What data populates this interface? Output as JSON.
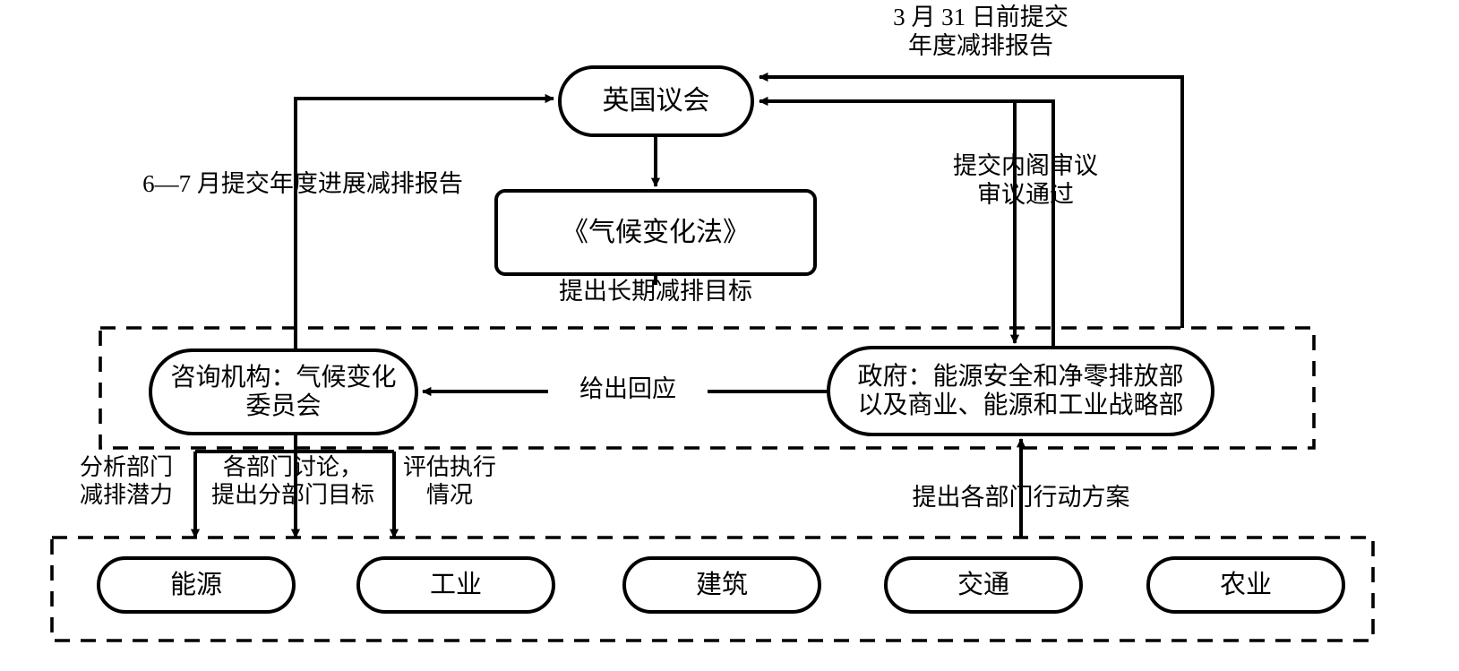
{
  "diagram": {
    "title": "英国气候变化减排治理流程图",
    "language": "zh-CN",
    "stroke_color": "#000000",
    "background_color": "#ffffff",
    "nodes": {
      "parliament": {
        "label": "英国议会",
        "shape": "stadium"
      },
      "climate_act": {
        "label": "《气候变化法》",
        "shape": "rounded-rect"
      },
      "advisory": {
        "label": "咨询机构：气候变化\n委员会",
        "shape": "stadium"
      },
      "government": {
        "label": "政府：能源安全和净零排放部\n以及商业、能源和工业战略部",
        "shape": "stadium"
      }
    },
    "sectors": [
      {
        "label": "能源"
      },
      {
        "label": "工业"
      },
      {
        "label": "建筑"
      },
      {
        "label": "交通"
      },
      {
        "label": "农业"
      }
    ],
    "edge_labels": {
      "annual_report_march": "3 月 31 日前提交\n年度减排报告",
      "progress_report_jun_jul": "6—7 月提交年度进展减排报告",
      "cabinet_review": "提交内阁审议\n审议通过",
      "long_term_target": "提出长期减排目标",
      "give_response": "给出回应",
      "analyse_potential": "分析部门\n减排潜力",
      "discuss_subtargets": "各部门讨论，\n提出分部门目标",
      "assess_implementation": "评估执行\n情况",
      "sector_action_plans": "提出各部门行动方案"
    },
    "groups": {
      "institutions": {
        "border": "dashed"
      },
      "sectors": {
        "border": "dashed"
      }
    }
  }
}
